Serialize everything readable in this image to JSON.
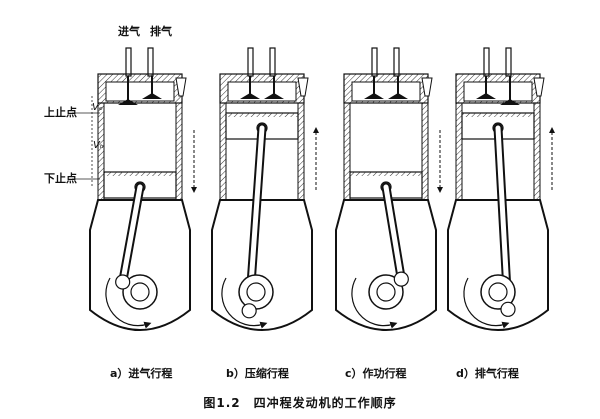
{
  "labels": {
    "intake": "进气",
    "exhaust": "排气",
    "tdc": "上止点",
    "bdc": "下止点",
    "vc": "Vₑ",
    "vh": "Vₕ"
  },
  "captions": [
    "a）进气行程",
    "b）压缩行程",
    "c）作功行程",
    "d）排气行程"
  ],
  "figure_title": "图1.2　四冲程发动机的工作顺序",
  "panels": [
    {
      "stroke": "intake",
      "piston_level": "bottom",
      "intake_valve": "open",
      "exhaust_valve": "closed",
      "crank_rotation": "counterclockwise"
    },
    {
      "stroke": "compression",
      "piston_level": "top",
      "intake_valve": "closed",
      "exhaust_valve": "closed",
      "crank_rotation": "counterclockwise"
    },
    {
      "stroke": "power",
      "piston_level": "bottom",
      "intake_valve": "closed",
      "exhaust_valve": "closed",
      "crank_rotation": "counterclockwise"
    },
    {
      "stroke": "exhaust",
      "piston_level": "top",
      "intake_valve": "closed",
      "exhaust_valve": "open",
      "crank_rotation": "counterclockwise"
    }
  ]
}
